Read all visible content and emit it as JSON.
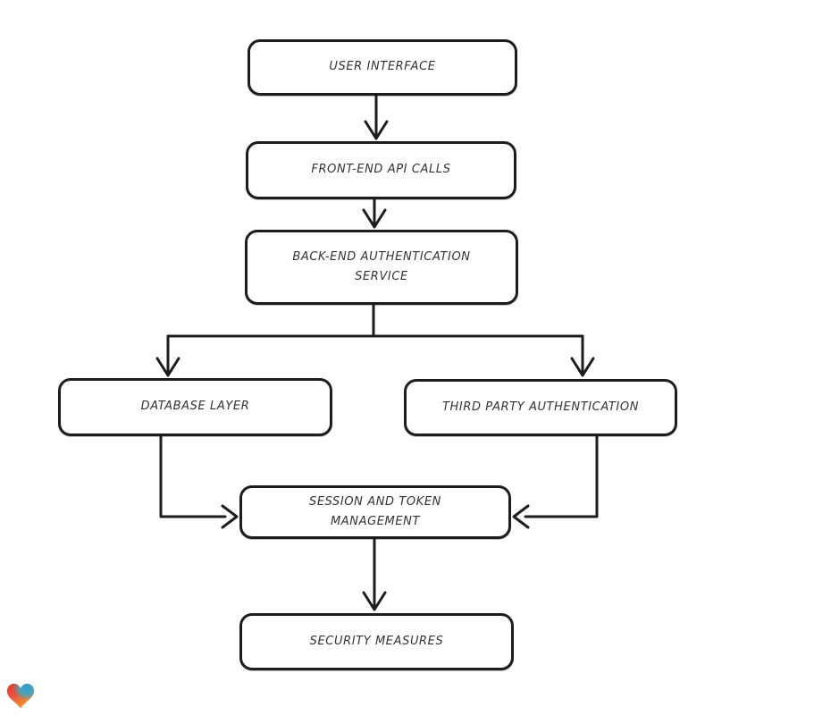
{
  "canvas": {
    "background": "#ffffff",
    "stroke_color": "#1d1d1d",
    "text_color": "#333333"
  },
  "diagram": {
    "type": "flowchart",
    "direction": "top-down",
    "nodes": [
      {
        "id": "user-interface",
        "label": "USER INTERFACE"
      },
      {
        "id": "front-end-api-calls",
        "label": "FRONT-END API CALLS"
      },
      {
        "id": "back-end-auth-service",
        "label": "BACK-END AUTHENTICATION SERVICE"
      },
      {
        "id": "database-layer",
        "label": "DATABASE LAYER"
      },
      {
        "id": "third-party-auth",
        "label": "THIRD PARTY AUTHENTICATION"
      },
      {
        "id": "session-token-management",
        "label": "SESSION AND TOKEN MANAGEMENT"
      },
      {
        "id": "security-measures",
        "label": "SECURITY MEASURES"
      }
    ],
    "edges": [
      {
        "from": "user-interface",
        "to": "front-end-api-calls"
      },
      {
        "from": "front-end-api-calls",
        "to": "back-end-auth-service"
      },
      {
        "from": "back-end-auth-service",
        "to": "database-layer"
      },
      {
        "from": "back-end-auth-service",
        "to": "third-party-auth"
      },
      {
        "from": "database-layer",
        "to": "session-token-management"
      },
      {
        "from": "third-party-auth",
        "to": "session-token-management"
      },
      {
        "from": "session-token-management",
        "to": "security-measures"
      }
    ]
  },
  "logo": {
    "icon": "heart-icon",
    "colors": {
      "red": "#e23c32",
      "blue": "#2e9fd4",
      "orange": "#f59d31"
    }
  }
}
